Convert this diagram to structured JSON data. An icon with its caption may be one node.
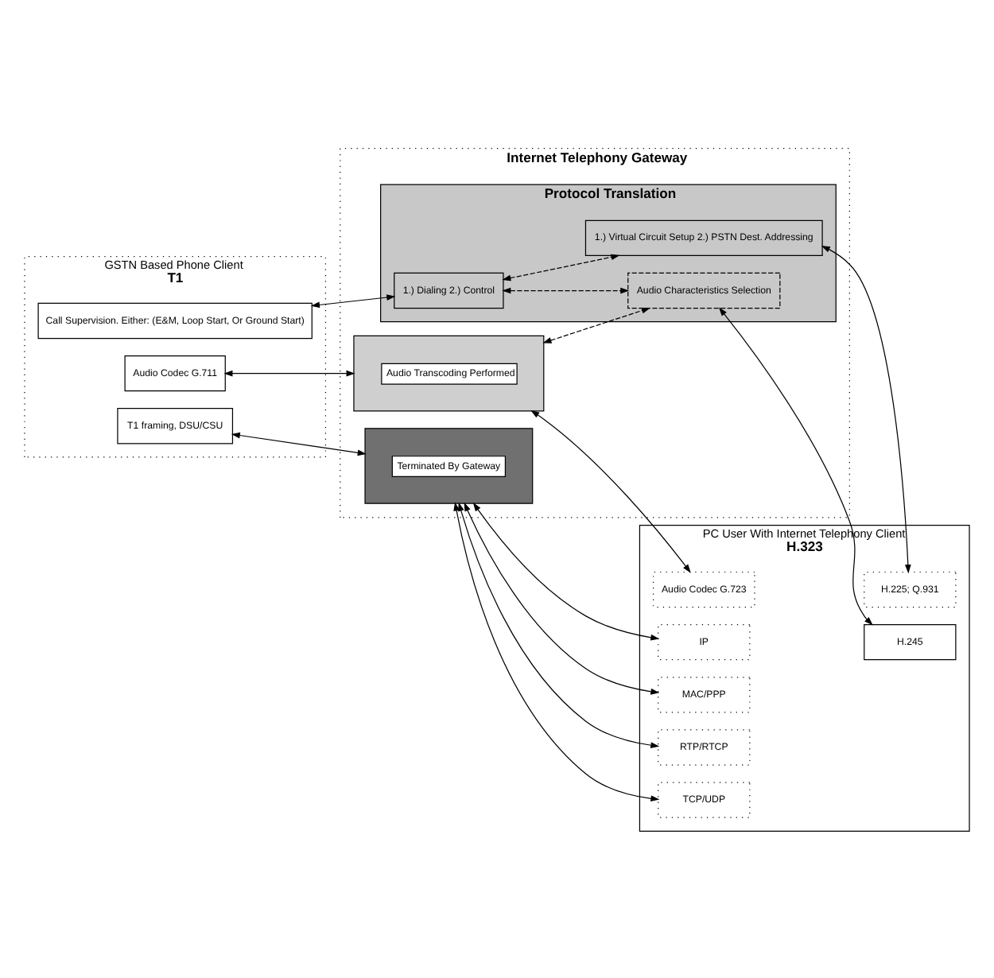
{
  "diagram": {
    "nodes": [
      {
        "text": [
          "GSTN Based Phone Client",
          "T1"
        ]
      },
      {
        "text": [
          "Audio Codec G.711"
        ],
        "in": 0
      },
      {
        "text": [
          "Call Supervision. Either: (E&M, Loop Start, Or Ground Start)"
        ],
        "in": 0
      },
      {
        "text": [
          "T1 framing, DSU/CSU"
        ],
        "in": 0
      },
      {
        "text": [
          "Internet Telephony Gateway"
        ]
      },
      {
        "text": [
          "Audio Transcoding Performed"
        ],
        "in": 4
      },
      {
        "text": [
          "Protocol Translation"
        ],
        "in": 4
      },
      {
        "text": [
          "1.) Dialing 2.) Control"
        ],
        "in": 6
      },
      {
        "text": [
          "Audio Characteristics Selection"
        ],
        "in": 6
      },
      {
        "text": [
          "1.) Virtual Circuit Setup 2.) PSTN Dest. Addressing"
        ],
        "in": 6
      },
      {
        "text": [
          "Terminated By Gateway"
        ],
        "in": 4
      },
      {
        "text": [
          "PC User With Internet Telephony Client",
          "H.323"
        ]
      },
      {
        "text": [
          "Audio Codec G.723"
        ],
        "in": 11
      },
      {
        "text": [
          "H.245"
        ],
        "in": 11
      },
      {
        "text": [
          "H.225; Q.931"
        ],
        "in": 11
      },
      {
        "text": [
          "RTP/RTCP"
        ],
        "in": 11
      },
      {
        "text": [
          "TCP/UDP"
        ],
        "in": 11
      },
      {
        "text": [
          "IP"
        ],
        "in": 11
      },
      {
        "text": [
          "MAC/PPP"
        ],
        "in": 11
      }
    ],
    "edges": [
      {
        "from": 1,
        "to": 5,
        "arrow": "both"
      },
      {
        "from": 5,
        "to": 12,
        "arrow": "both"
      },
      {
        "from": 5,
        "to": 8,
        "arrow": "both",
        "style": "dashed"
      },
      {
        "from": 2,
        "to": 7,
        "arrow": "both"
      },
      {
        "from": 7,
        "to": 8,
        "arrow": "both",
        "style": "dashed"
      },
      {
        "from": 7,
        "to": 9,
        "arrow": "both",
        "style": "dashed"
      },
      {
        "from": 8,
        "to": 13,
        "arrow": "both"
      },
      {
        "from": 9,
        "to": 14,
        "arrow": "both"
      },
      {
        "from": 3,
        "to": 10,
        "arrow": "both"
      },
      {
        "from": 10,
        "to": 15,
        "arrow": "both"
      },
      {
        "from": 10,
        "to": 16,
        "arrow": "both"
      },
      {
        "from": 10,
        "to": 17,
        "arrow": "both"
      },
      {
        "from": 10,
        "to": 18,
        "arrow": "both"
      }
    ]
  }
}
